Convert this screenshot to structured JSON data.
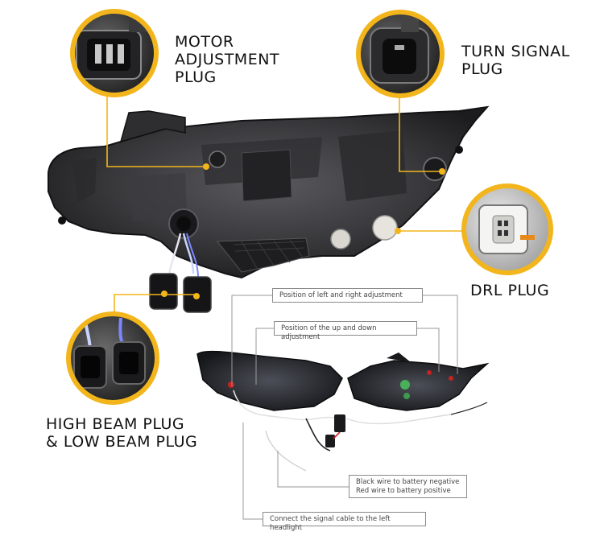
{
  "labels": {
    "motor": "MOTOR\nADJUSTMENT\nPLUG",
    "turn": "TURN SIGNAL\nPLUG",
    "drl": "DRL PLUG",
    "beam": "HIGH BEAM PLUG\n& LOW BEAM PLUG"
  },
  "callouts": {
    "lr_adjust": "Position of left and right adjustment",
    "ud_adjust": "Position of the up and down adjustment",
    "battery": "Black wire to battery negative\nRed wire to battery positive",
    "signal_cable": "Connect the signal cable to the left headlight"
  },
  "colors": {
    "accent_yellow": "#f2b51c",
    "callout_line": "#9a9a9a",
    "housing_dark": "#2a2a2c"
  }
}
